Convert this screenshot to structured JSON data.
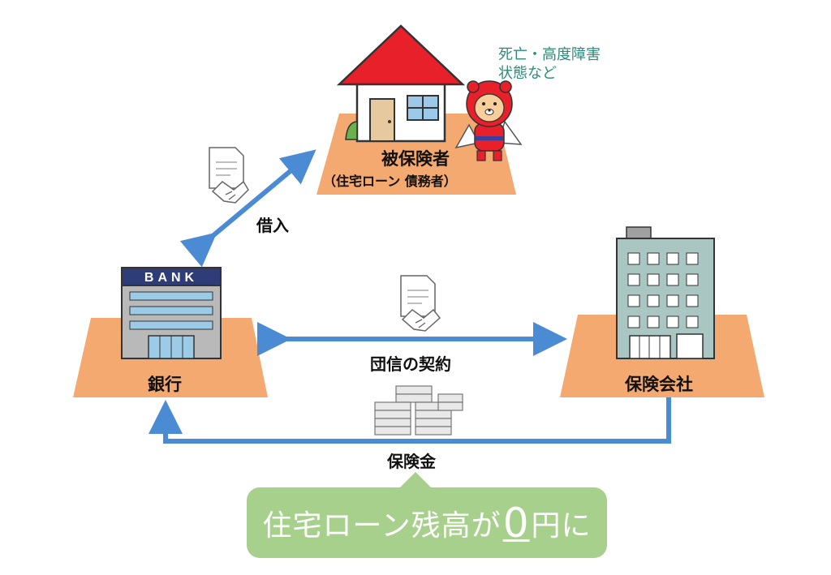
{
  "insured": {
    "label": "被保険者",
    "sublabel": "（住宅ローン 債務者）"
  },
  "condition": {
    "line1": "死亡・高度障害",
    "line2": "状態など"
  },
  "loan": {
    "label": "借入"
  },
  "bank": {
    "sign": "BANK",
    "label": "銀行"
  },
  "contract": {
    "label": "団信の契約"
  },
  "insurer": {
    "label": "保険会社"
  },
  "payout": {
    "label": "保険金"
  },
  "result": {
    "prefix": "住宅ローン残高が",
    "zero": "0",
    "suffix": "円に"
  },
  "colors": {
    "arrow": "#4a8bd4",
    "ground": "#f4a970",
    "roof": "#e8202a",
    "callout": "#a8d08d"
  }
}
